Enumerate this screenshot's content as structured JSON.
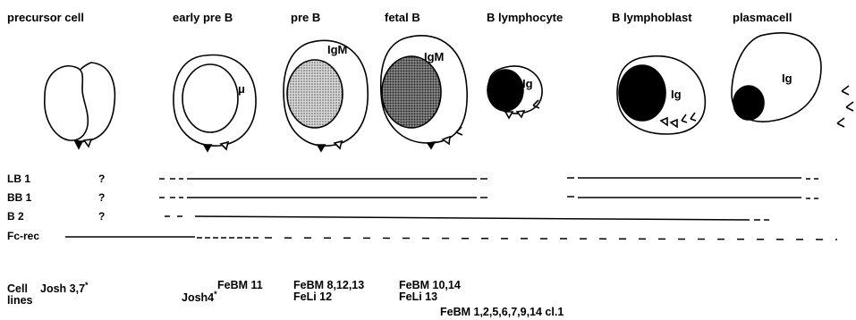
{
  "stages": [
    {
      "label": "precursor cell"
    },
    {
      "label": "early pre B"
    },
    {
      "label": "pre B"
    },
    {
      "label": "fetal B"
    },
    {
      "label": "B lymphocyte"
    },
    {
      "label": "B lymphoblast"
    },
    {
      "label": "plasmacell"
    }
  ],
  "cell_labels": {
    "early_pre_b": "μ",
    "pre_b": "IgM",
    "fetal_b": "IgM",
    "b_lymphocyte": "Ig",
    "b_lymphoblast": "Ig",
    "plasmacell": "Ig"
  },
  "markers": [
    {
      "label": "LB 1",
      "precursor": "?"
    },
    {
      "label": "BB 1",
      "precursor": "?"
    },
    {
      "label": "B 2",
      "precursor": "?"
    },
    {
      "label": "Fc-rec",
      "precursor": ""
    }
  ],
  "cell_lines": {
    "label_line1": "Cell",
    "label_line2": "lines",
    "precursor": "Josh 3,7",
    "precursor_mark": "*",
    "early_pre_b_a": "FeBM 11",
    "early_pre_b_b": "Josh4",
    "early_pre_b_mark": "*",
    "pre_b_a": "FeBM 8,12,13",
    "pre_b_b": "FeLi 12",
    "fetal_b_a": "FeBM 10,14",
    "fetal_b_b": "FeLi 13",
    "b_lymphocyte": "FeBM 1,2,5,6,7,9,14 cl.1"
  }
}
